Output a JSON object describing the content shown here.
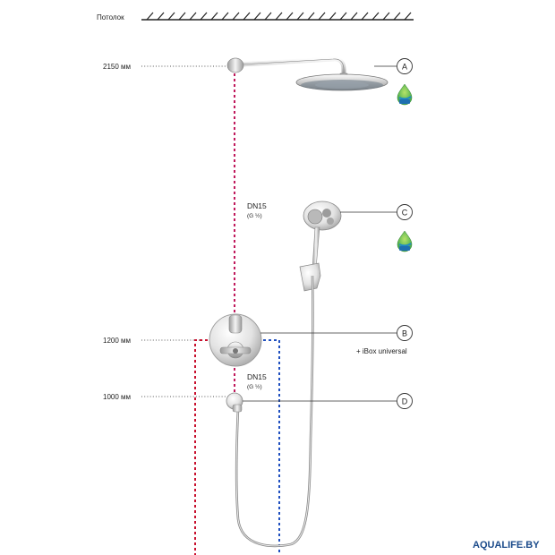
{
  "ceiling": {
    "label": "Потолок"
  },
  "heights": [
    {
      "label": "2150 мм"
    },
    {
      "label": "1200 мм"
    },
    {
      "label": "1000 мм"
    }
  ],
  "pipe_labels": [
    {
      "size": "DN15",
      "thread": "(G ½)"
    },
    {
      "size": "DN15",
      "thread": "(G ½)"
    }
  ],
  "callouts": [
    {
      "letter": "A"
    },
    {
      "letter": "C"
    },
    {
      "letter": "B"
    },
    {
      "letter": "D"
    }
  ],
  "ibox_note": "+ iBox universal",
  "brand": "AQUALIFE.BY",
  "colors": {
    "hot_line": "#c0195c",
    "supply_red": "#c8102e",
    "supply_blue": "#1f4fbf",
    "brand": "#1a4a8a",
    "eco_badge": "#3ea84a"
  }
}
